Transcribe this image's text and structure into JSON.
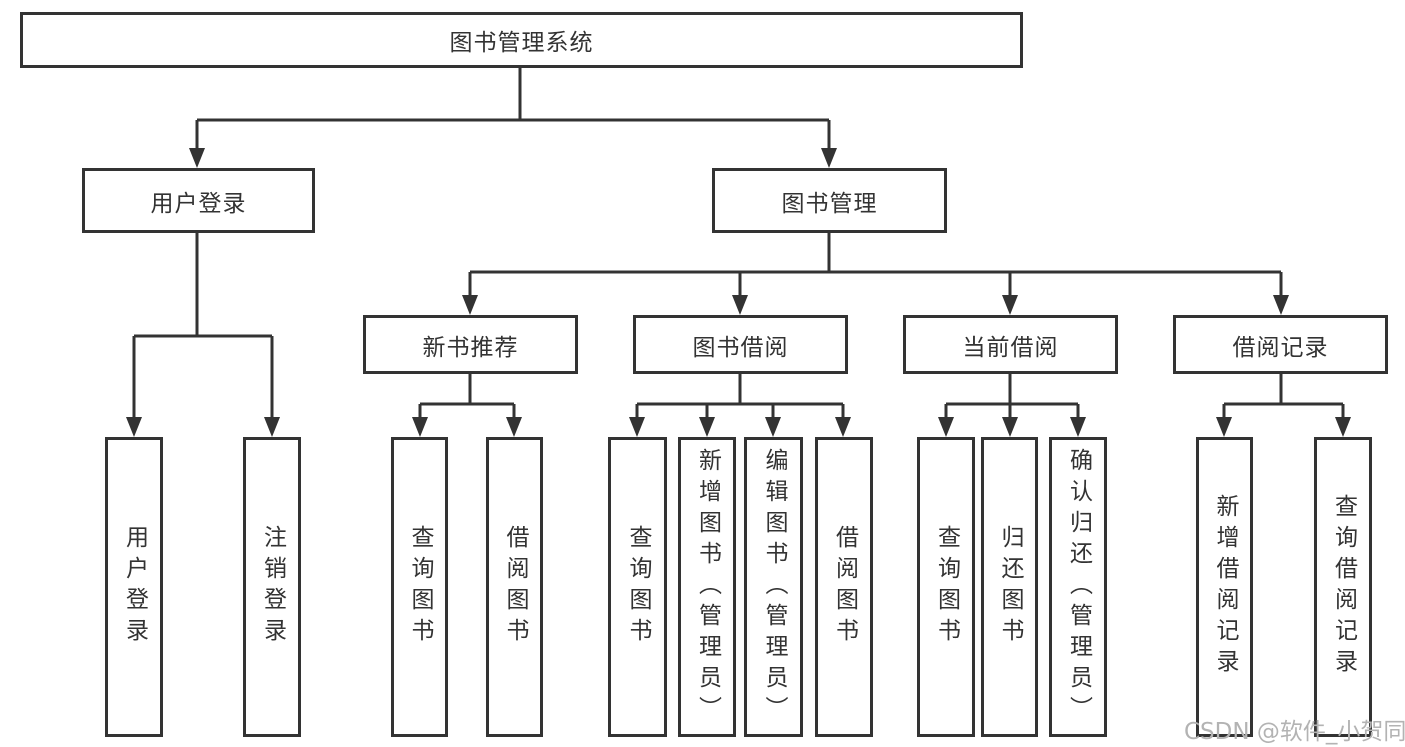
{
  "diagram": {
    "type": "tree",
    "root": {
      "label": "图书管理系统"
    },
    "branches": [
      {
        "label": "用户登录",
        "leaves": [
          {
            "label": "用户登录"
          },
          {
            "label": "注销登录"
          }
        ]
      },
      {
        "label": "图书管理",
        "groups": [
          {
            "label": "新书推荐",
            "leaves": [
              {
                "label": "查询图书"
              },
              {
                "label": "借阅图书"
              }
            ]
          },
          {
            "label": "图书借阅",
            "leaves": [
              {
                "label": "查询图书"
              },
              {
                "label": "新增图书（管理员）"
              },
              {
                "label": "编辑图书（管理员）"
              },
              {
                "label": "借阅图书"
              }
            ]
          },
          {
            "label": "当前借阅",
            "leaves": [
              {
                "label": "查询图书"
              },
              {
                "label": "归还图书"
              },
              {
                "label": "确认归还（管理员）"
              }
            ]
          },
          {
            "label": "借阅记录",
            "leaves": [
              {
                "label": "新增借阅记录"
              },
              {
                "label": "查询借阅记录"
              }
            ]
          }
        ]
      }
    ],
    "watermark": "CSDN @软件_小贺同学"
  },
  "colors": {
    "line": "#333333",
    "border": "#333333",
    "text": "#333333",
    "background": "#ffffff",
    "watermark": "#b3b3b3"
  }
}
